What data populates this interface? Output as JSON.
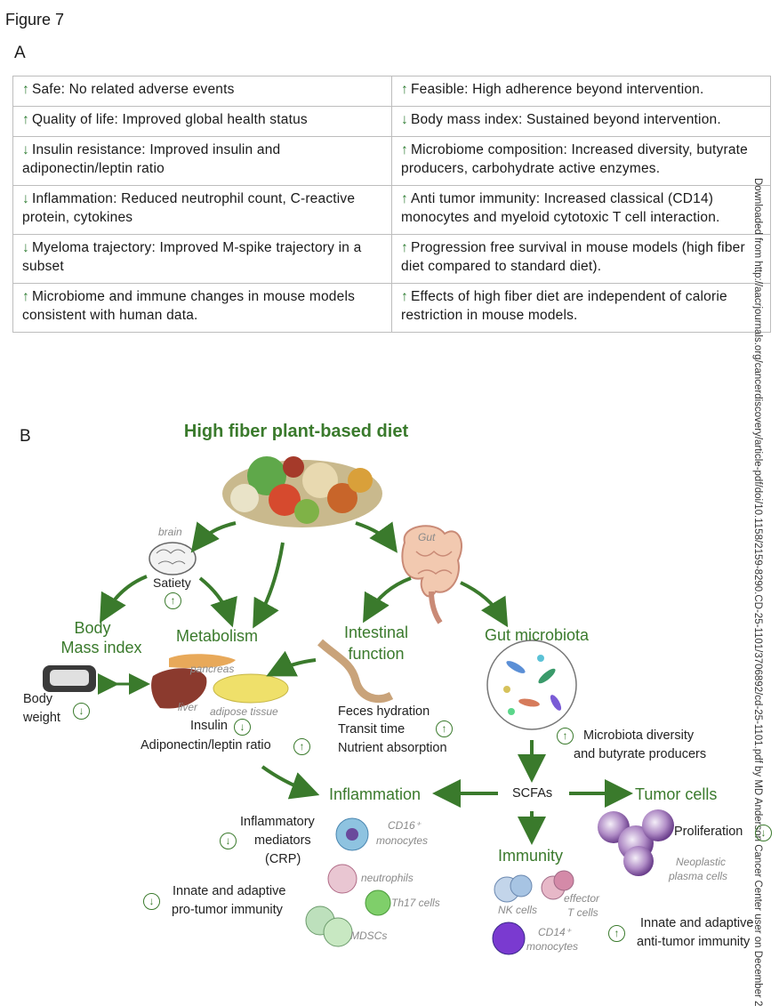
{
  "figure_title": "Figure 7",
  "panel_a_label": "A",
  "panel_b_label": "B",
  "table": {
    "rows": [
      [
        {
          "arrow": "up",
          "text": "Safe: No related adverse events"
        },
        {
          "arrow": "up",
          "text": "Feasible: High adherence beyond intervention."
        }
      ],
      [
        {
          "arrow": "up",
          "text": "Quality of life: Improved global health status"
        },
        {
          "arrow": "down",
          "text": "Body mass index: Sustained beyond intervention."
        }
      ],
      [
        {
          "arrow": "down",
          "text": "Insulin resistance: Improved insulin and adiponectin/leptin ratio"
        },
        {
          "arrow": "up",
          "text": "Microbiome composition: Increased diversity, butyrate producers, carbohydrate active enzymes."
        }
      ],
      [
        {
          "arrow": "down",
          "text": "Inflammation: Reduced neutrophil count, C-reactive protein, cytokines"
        },
        {
          "arrow": "up",
          "text": "Anti tumor immunity: Increased classical (CD14) monocytes and myeloid cytotoxic T cell interaction."
        }
      ],
      [
        {
          "arrow": "down",
          "text": "Myeloma trajectory: Improved M-spike trajectory in a subset"
        },
        {
          "arrow": "up",
          "text": "Progression free survival in mouse models (high fiber diet compared to standard diet)."
        }
      ],
      [
        {
          "arrow": "up",
          "text": "Microbiome and immune changes in mouse models consistent with human data."
        },
        {
          "arrow": "up",
          "text": "Effects of high fiber diet are independent of calorie restriction in mouse models."
        }
      ]
    ]
  },
  "side_note": "Downloaded from http://aacrjournals.org/cancerdiscovery/article-pdf/doi/10.1158/2159-8290.CD-25-1101/3706892/cd-25-1101.pdf by MD Anderson Cancer Center user on December 2",
  "diagram": {
    "title": "High fiber plant-based diet",
    "brain_label": "brain",
    "satiety": "Satiety",
    "gut_label": "Gut",
    "bmi_line1": "Body",
    "bmi_line2": "Mass index",
    "body_weight_line1": "Body",
    "body_weight_line2": "weight",
    "metabolism": "Metabolism",
    "pancreas": "pancreas",
    "liver": "liver",
    "adipose": "adipose tissue",
    "insulin": "Insulin",
    "adipo_ratio": "Adiponectin/leptin ratio",
    "intestinal_line1": "Intestinal",
    "intestinal_line2": "function",
    "feces": "Feces hydration",
    "transit": "Transit time",
    "nutrient": "Nutrient absorption",
    "gut_microbiota": "Gut microbiota",
    "microbiota_line1": "Microbiota diversity",
    "microbiota_line2": "and butyrate producers",
    "inflammation": "Inflammation",
    "scfas": "SCFAs",
    "tumor_cells": "Tumor cells",
    "inflam_med_line1": "Inflammatory",
    "inflam_med_line2": "mediators",
    "inflam_med_line3": "(CRP)",
    "cd16_line1": "CD16⁺",
    "cd16_line2": "monocytes",
    "neutrophils": "neutrophils",
    "th17": "Th17 cells",
    "mdscs": "MDSCs",
    "innate_pro_line1": "Innate and adaptive",
    "innate_pro_line2": "pro-tumor immunity",
    "immunity": "Immunity",
    "nk_cells": "NK cells",
    "effector_line1": "effector",
    "effector_line2": "T cells",
    "cd14_line1": "CD14⁺",
    "cd14_line2": "monocytes",
    "proliferation": "Proliferation",
    "neoplastic_line1": "Neoplastic",
    "neoplastic_line2": "plasma cells",
    "innate_anti_line1": "Innate and adaptive",
    "innate_anti_line2": "anti-tumor immunity",
    "arrow_up": "↑",
    "arrow_down": "↓",
    "green": "#3a7a2c"
  }
}
